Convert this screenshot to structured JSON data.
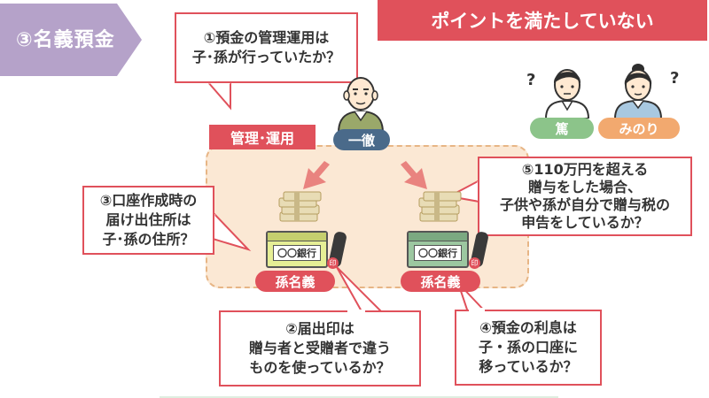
{
  "section_label": "③名義預金",
  "banner": "ポイントを満たしていない",
  "callout1": {
    "line1": "①預金の管理運用は",
    "line2": "子･孫が行っていたか？"
  },
  "callout2": {
    "line1": "②届出印は",
    "line2": "贈与者と受贈者で違う",
    "line3": "ものを使っているか？"
  },
  "callout3": {
    "line1": "③口座作成時の",
    "line2": "届け出住所は",
    "line3": "子･孫の住所？"
  },
  "callout4": {
    "line1": "④預金の利息は",
    "line2": "子・孫の口座に",
    "line3": "移っているか？"
  },
  "callout5": {
    "line1": "⑤110万円を超える",
    "line2": "贈与をした場合、",
    "line3": "子供や孫が自分で贈与税の",
    "line4": "申告をしているか？"
  },
  "management_tag": "管理･運用",
  "giver_name": "一徹",
  "account_label_left": "孫名義",
  "account_label_right": "孫名義",
  "bank_text_left": "〇〇銀行",
  "bank_text_right": "〇〇銀行",
  "seal_mark": "印",
  "person1_name": "篤",
  "person2_name": "みのり",
  "question_mark": "?",
  "colors": {
    "accent": "#e0515b",
    "section": "#b5a2c9",
    "green_pill": "#8cc48a",
    "orange_pill": "#f2a96f",
    "area_fill": "#fbe8d4",
    "card_yellow": "#e6ee95",
    "card_green": "#9cc7a0"
  }
}
